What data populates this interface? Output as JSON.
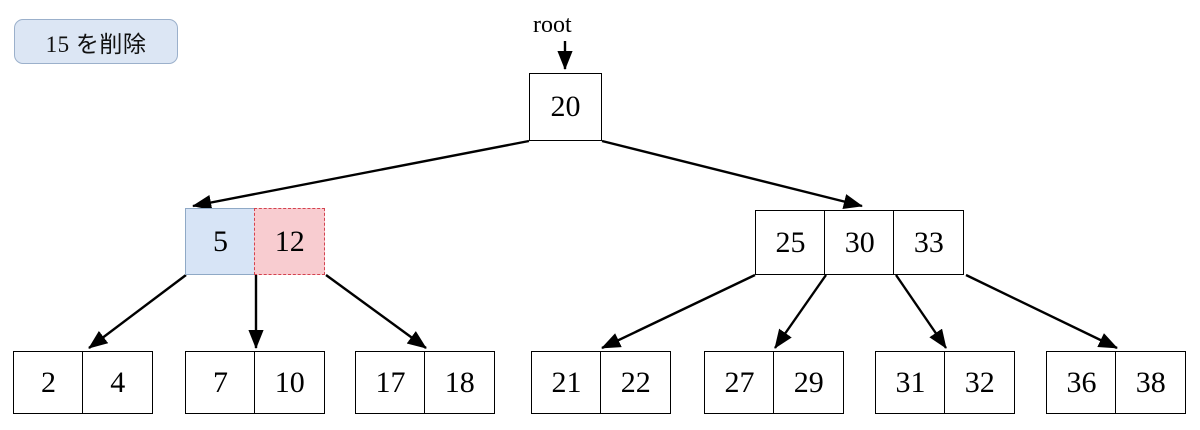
{
  "operation": {
    "badge_label": "15 を削除"
  },
  "root_pointer": {
    "label": "root"
  },
  "colors": {
    "badge_fill": "#dce6f4",
    "badge_border": "#9bb0cb",
    "highlight_blue_fill": "#d7e4f6",
    "highlight_blue_border": "#8fa9c6",
    "highlight_pink_fill": "#f8ccd0",
    "highlight_pink_border": "#d4434f",
    "node_border": "#000000",
    "node_fill": "#ffffff",
    "edge": "#000000"
  },
  "tree": {
    "root": {
      "keys": [
        "20"
      ],
      "styles": [
        "plain"
      ]
    },
    "internal": [
      {
        "keys": [
          "5",
          "12"
        ],
        "styles": [
          "blue",
          "pink"
        ]
      },
      {
        "keys": [
          "25",
          "30",
          "33"
        ],
        "styles": [
          "plain",
          "plain",
          "plain"
        ]
      }
    ],
    "leaves": [
      {
        "keys": [
          "2",
          "4"
        ]
      },
      {
        "keys": [
          "7",
          "10"
        ]
      },
      {
        "keys": [
          "17",
          "18"
        ]
      },
      {
        "keys": [
          "21",
          "22"
        ]
      },
      {
        "keys": [
          "27",
          "29"
        ]
      },
      {
        "keys": [
          "31",
          "32"
        ]
      },
      {
        "keys": [
          "36",
          "38"
        ]
      }
    ]
  }
}
